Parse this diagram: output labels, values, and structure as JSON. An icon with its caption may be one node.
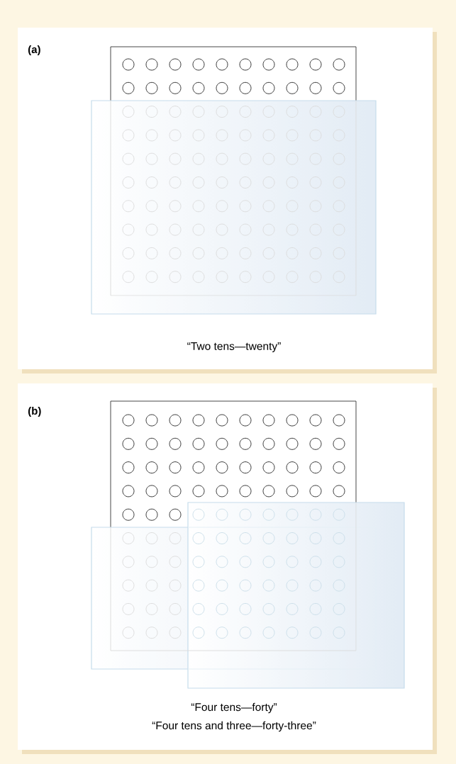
{
  "diagram": {
    "nodes": [
      {
        "text": [
          "(a)",
          "“Two tens—twenty”"
        ]
      },
      {
        "text": [
          "(b)",
          "“Four tens—forty”",
          "“Four tens and three—forty-three”"
        ]
      }
    ]
  }
}
